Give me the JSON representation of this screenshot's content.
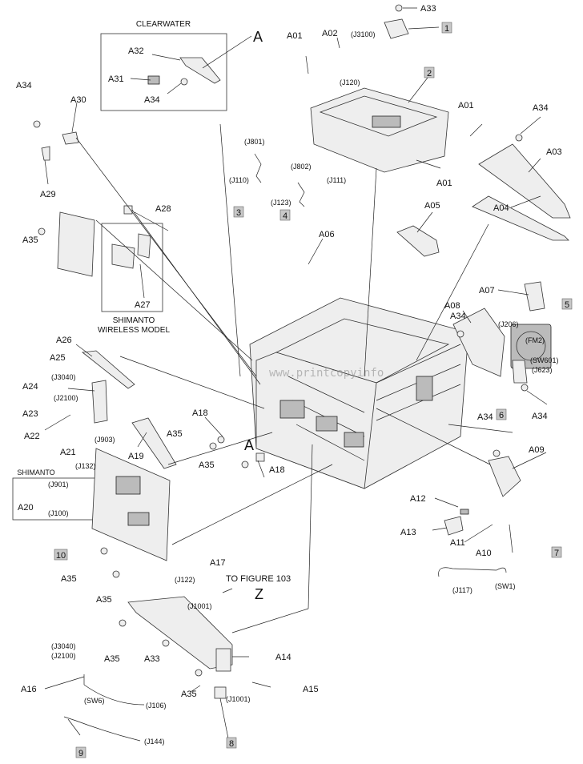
{
  "diagram": {
    "boxes": {
      "clearwater": "CLEARWATER",
      "shimanto_wireless_line1": "SHIMANTO",
      "shimanto_wireless_line2": "WIRELESS MODEL",
      "shimanto": "SHIMANTO"
    },
    "view_letters": {
      "a_top": "A",
      "a_mid": "A",
      "z": "Z"
    },
    "to_figure": "TO FIGURE 103",
    "watermark": "www.printcopyinfo",
    "parts": {
      "A01a": "A01",
      "A01b": "A01",
      "A01c": "A01",
      "A02": "A02",
      "A03": "A03",
      "A04": "A04",
      "A05": "A05",
      "A06": "A06",
      "A07": "A07",
      "A08": "A08",
      "A09": "A09",
      "A10": "A10",
      "A11": "A11",
      "A12": "A12",
      "A13": "A13",
      "A14": "A14",
      "A15": "A15",
      "A16": "A16",
      "A17": "A17",
      "A18a": "A18",
      "A18b": "A18",
      "A19": "A19",
      "A20": "A20",
      "A21": "A21",
      "A22": "A22",
      "A23": "A23",
      "A24": "A24",
      "A25": "A25",
      "A26": "A26",
      "A27": "A27",
      "A28": "A28",
      "A29": "A29",
      "A30": "A30",
      "A31": "A31",
      "A32": "A32",
      "A33a": "A33",
      "A33b": "A33",
      "A34a": "A34",
      "A34b": "A34",
      "A34c": "A34",
      "A34d": "A34",
      "A34e": "A34",
      "A34f": "A34",
      "A35a": "A35",
      "A35b": "A35",
      "A35c": "A35",
      "A35d": "A35",
      "A35e": "A35",
      "A35f": "A35",
      "A35g": "A35"
    },
    "connectors": {
      "J3100": "(J3100)",
      "J120": "(J120)",
      "J801": "(J801)",
      "J110": "(J110)",
      "J802": "(J802)",
      "J111": "(J111)",
      "J123": "(J123)",
      "J206": "(J206)",
      "FM2": "(FM2)",
      "SW601": "(SW601)",
      "J623": "(J623)",
      "J3040a": "(J3040)",
      "J2100a": "(J2100)",
      "J903": "(J903)",
      "J132": "(J132)",
      "J901": "(J901)",
      "J100": "(J100)",
      "J122": "(J122)",
      "J1001a": "(J1001)",
      "J1001b": "(J1001)",
      "J117": "(J117)",
      "SW1": "(SW1)",
      "J3040b": "(J3040)",
      "J2100b": "(J2100)",
      "SW6": "(SW6)",
      "J106": "(J106)",
      "J144": "(J144)"
    },
    "callouts": [
      "1",
      "2",
      "3",
      "4",
      "5",
      "6",
      "7",
      "8",
      "9",
      "10"
    ]
  }
}
